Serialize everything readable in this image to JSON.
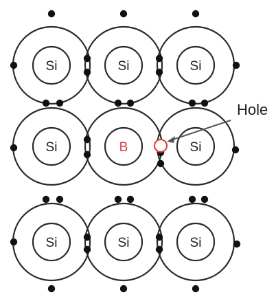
{
  "lattice": {
    "atoms": [
      {
        "row": 0,
        "col": 0,
        "label": "Si"
      },
      {
        "row": 0,
        "col": 1,
        "label": "Si"
      },
      {
        "row": 0,
        "col": 2,
        "label": "Si"
      },
      {
        "row": 1,
        "col": 0,
        "label": "Si"
      },
      {
        "row": 1,
        "col": 1,
        "label": "B",
        "dopant": true
      },
      {
        "row": 1,
        "col": 2,
        "label": "Si"
      },
      {
        "row": 2,
        "col": 0,
        "label": "Si"
      },
      {
        "row": 2,
        "col": 1,
        "label": "Si"
      },
      {
        "row": 2,
        "col": 2,
        "label": "Si"
      }
    ]
  },
  "hole": {
    "label": "Hole"
  },
  "colors": {
    "line": "#2b2b2b",
    "electron": "#111111",
    "dopant_text": "#e0383a",
    "hole_fill": "#ffffff",
    "hole_stroke": "#e0383a"
  }
}
